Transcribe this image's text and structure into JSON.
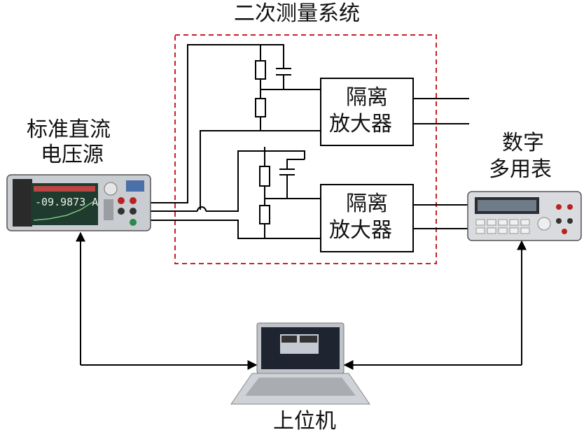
{
  "labels": {
    "secondary_system": "二次测量系统",
    "standard_source_line1": "标准直流",
    "standard_source_line2": "电压源",
    "multimeter_line1": "数字",
    "multimeter_line2": "多用表",
    "host_computer": "上位机",
    "amp1_line1": "隔离",
    "amp1_line2": "放大器",
    "amp2_line1": "隔离",
    "amp2_line2": "放大器"
  },
  "source_display": {
    "reading": "-09.9873 A"
  },
  "colors": {
    "dashed_border": "#c8202a",
    "wire": "#000000",
    "source_screen": "#1f3a2f",
    "source_reading": "#e8f4e8"
  }
}
